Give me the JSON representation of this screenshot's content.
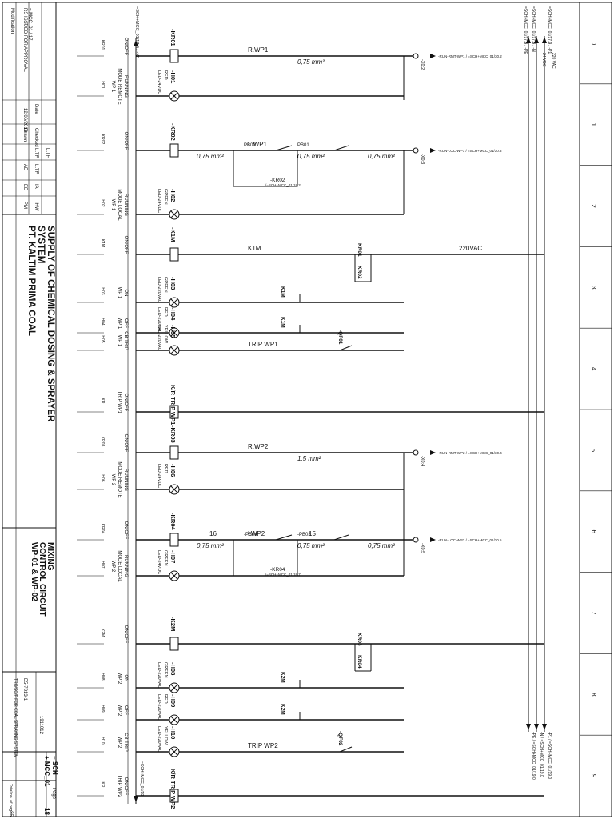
{
  "title_block": {
    "system_title_1": "SUPPLY OF CHEMICAL DOSING & SPRAYER",
    "system_title_2": "SYSTEM",
    "company": "PT. KALTIM PRIMA COAL",
    "sheet_title_1": "MIXING",
    "sheet_title_2": "CONTROL CIRCUIT",
    "sheet_title_3": "WP-01 & WP-02",
    "revision_note": "RS ISSUED FOR APPROVAL",
    "modification_label": "Modification",
    "date_label": "Date",
    "date_value": "12/06/2018",
    "drawn_label": "Drawn",
    "checked_label": "Checked",
    "ltr_1": "L.TF",
    "ltr_2": "L.TF",
    "ltr_3": "L.TF",
    "ae": "AE",
    "ee": "EE",
    "pm": "PM",
    "ia": "IA",
    "ihw": "IHW",
    "drawing_no": "E5-7813-1",
    "drawing_no_2": "1911012",
    "ref_text": "TRO/SO/P FOR COAL SPRAYING SYSTEM",
    "sch": "= SCH",
    "mcc": "+ MCC_01",
    "page": "18",
    "page_label": "Page",
    "total_pages": "35",
    "total_pages_label": "Total no. of pages",
    "mcc_note": "= MCC_01 / 17"
  },
  "column_numbers": [
    "0",
    "1",
    "2",
    "3",
    "4",
    "5",
    "6",
    "7",
    "8",
    "9"
  ],
  "supply": {
    "top_left": "=SCH+MCC_01/17.9 / -X0",
    "top_right_1": "=SCH+MCC_01/17.9 / -PE",
    "top_right_2": "=SCH+MCC_01/17.9 / -N",
    "top_right_3": "=SCH+MCC_01/17.9 / -P1",
    "v220": "220 VAC",
    "v24": "24 VDC",
    "bottom_1": "-P1 / =SCH+MCC_01/19.0",
    "bottom_2": "-N / =SCH+MCC_01/19.0",
    "bottom_3": "-PE / =SCH+MCC_01/19.0",
    "bottom_left": "=SCH+MCC_01/19"
  },
  "rungs": [
    {
      "func": "ON/OFF",
      "func2": "",
      "func3": "",
      "dev": "KR01",
      "coil": "-KR01",
      "wire": "R.WP1",
      "size": "0,75 mm²",
      "terminal": "-X0:2",
      "xref": "-RUN-RMT-WP1 / =SCH+MCC_01/30.2"
    },
    {
      "func": "RUNNING",
      "func2": "MODE REMOTE",
      "func3": "WP 1",
      "dev": "H01",
      "color": "RED",
      "led": "LED-24VDC"
    },
    {
      "func": "ON/OFF",
      "func2": "",
      "func3": "",
      "dev": "KR02",
      "coil": "-KR02",
      "wire": "L.WP1",
      "size1": "0,75 mm²",
      "size2": "0,75 mm²",
      "size3": "0,75 mm²",
      "pb1": "PB02",
      "pb2": "PB01",
      "terminal": "-X0:3",
      "xref": "-RUN-LOC-WP1 / =SCH+MCC_01/30.3",
      "hold": "-KR02",
      "hold_ref": "/=SCH+MCC_01/18.2"
    },
    {
      "func": "RUNNING",
      "func2": "MODE LOCAL",
      "func3": "WP 1",
      "dev": "H02",
      "color": "GREEN",
      "led": "LED-24VDC"
    },
    {
      "func": "ON/OFF",
      "func2": "",
      "func3": "",
      "dev": "K1M",
      "coil": "-K1M",
      "wire": "K1M",
      "supply": "220VAC",
      "c1": "KR01",
      "c2": "KR02"
    },
    {
      "func": "ON",
      "func2": "WP 1",
      "dev": "H03",
      "color": "GREEN",
      "led": "LED-220VAC",
      "contact": "K1M"
    },
    {
      "func": "OFF",
      "func2": "WP 1",
      "dev": "H04",
      "color": "RED",
      "led": "LED-220VAC",
      "contact": "K1M"
    },
    {
      "func": "CB TRIP",
      "func2": "WP 1",
      "dev": "H05",
      "color": "YELLOW",
      "led": "LED-220VAC",
      "wire": "TRIP WP1",
      "breaker": "-QF01"
    },
    {
      "func": "ON/OFF",
      "func2": "TRIP WP1",
      "dev": "KR",
      "coil": "K/R TRIP WP1"
    },
    {
      "func": "ON/OFF",
      "func2": "",
      "func3": "",
      "dev": "KR03",
      "coil": "-KR03",
      "wire": "R.WP2",
      "size": "1,5 mm²",
      "terminal": "-X0:4",
      "xref": "-RUN-RMT-WP2 / =SCH+MCC_01/30.4"
    },
    {
      "func": "RUNNING",
      "func2": "MODE REMOTE",
      "func3": "WP 2",
      "dev": "H06",
      "color": "RED",
      "led": "LED-24VDC"
    },
    {
      "func": "ON/OFF",
      "func2": "",
      "func3": "",
      "dev": "KR04",
      "coil": "-KR04",
      "wire": "LWP2",
      "w1": "16",
      "w2": "15",
      "size1": "0,75 mm²",
      "size2": "0,75 mm²",
      "size3": "0,75 mm²",
      "pb1": "-PB04",
      "pb2": "-PB03",
      "terminal": "-X0:5",
      "xref": "-RUN-LOC-WP2 / =SCH+MCC_01/30.5",
      "hold": "-KR04",
      "hold_ref": "/=SCH+MCC_01/18.7"
    },
    {
      "func": "RUNNING",
      "func2": "MODE LOCAL",
      "func3": "WP 2",
      "dev": "H07",
      "color": "GREEN",
      "led": "LED-24VDC"
    },
    {
      "func": "ON/OFF",
      "func2": "",
      "func3": "",
      "dev": "K2M",
      "coil": "-K2M",
      "c1": "KR03",
      "c2": "KR04"
    },
    {
      "func": "ON",
      "func2": "WP 2",
      "dev": "H08",
      "color": "GREEN",
      "led": "LED-220VAC",
      "contact": "K2M"
    },
    {
      "func": "OFF",
      "func2": "WP 2",
      "dev": "H09",
      "color": "RED",
      "led": "LED-220VAC",
      "contact": "K2M"
    },
    {
      "func": "CB TRIP",
      "func2": "WP 2",
      "dev": "H10",
      "color": "YELLOW",
      "led": "LED-220VAC",
      "wire": "TRIP WP2",
      "breaker": "-QF02"
    },
    {
      "func": "ON/OFF",
      "func2": "TRIP WP2",
      "dev": "KR",
      "coil": "K/R TRIP WP2"
    }
  ]
}
